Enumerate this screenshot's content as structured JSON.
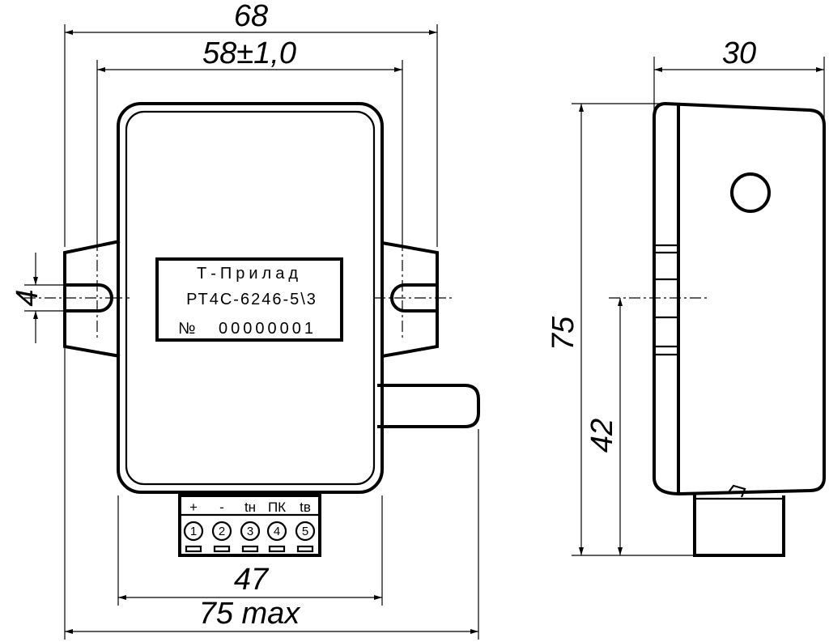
{
  "dimensions": {
    "overall_width": "68",
    "mount_spacing": "58±1,0",
    "slot_width": "4",
    "bottom_width": "47",
    "max_width": "75 max",
    "depth": "30",
    "height": "75",
    "center_height": "42"
  },
  "nameplate": {
    "line1": "Т-Прилад",
    "line2": "РТ4С-6246-5\\3",
    "line3_prefix": "№",
    "line3_serial": "00000001"
  },
  "terminals": {
    "labels": [
      "+",
      "-",
      "tн",
      "ПК",
      "tв"
    ],
    "numbers": [
      "1",
      "2",
      "3",
      "4",
      "5"
    ]
  }
}
